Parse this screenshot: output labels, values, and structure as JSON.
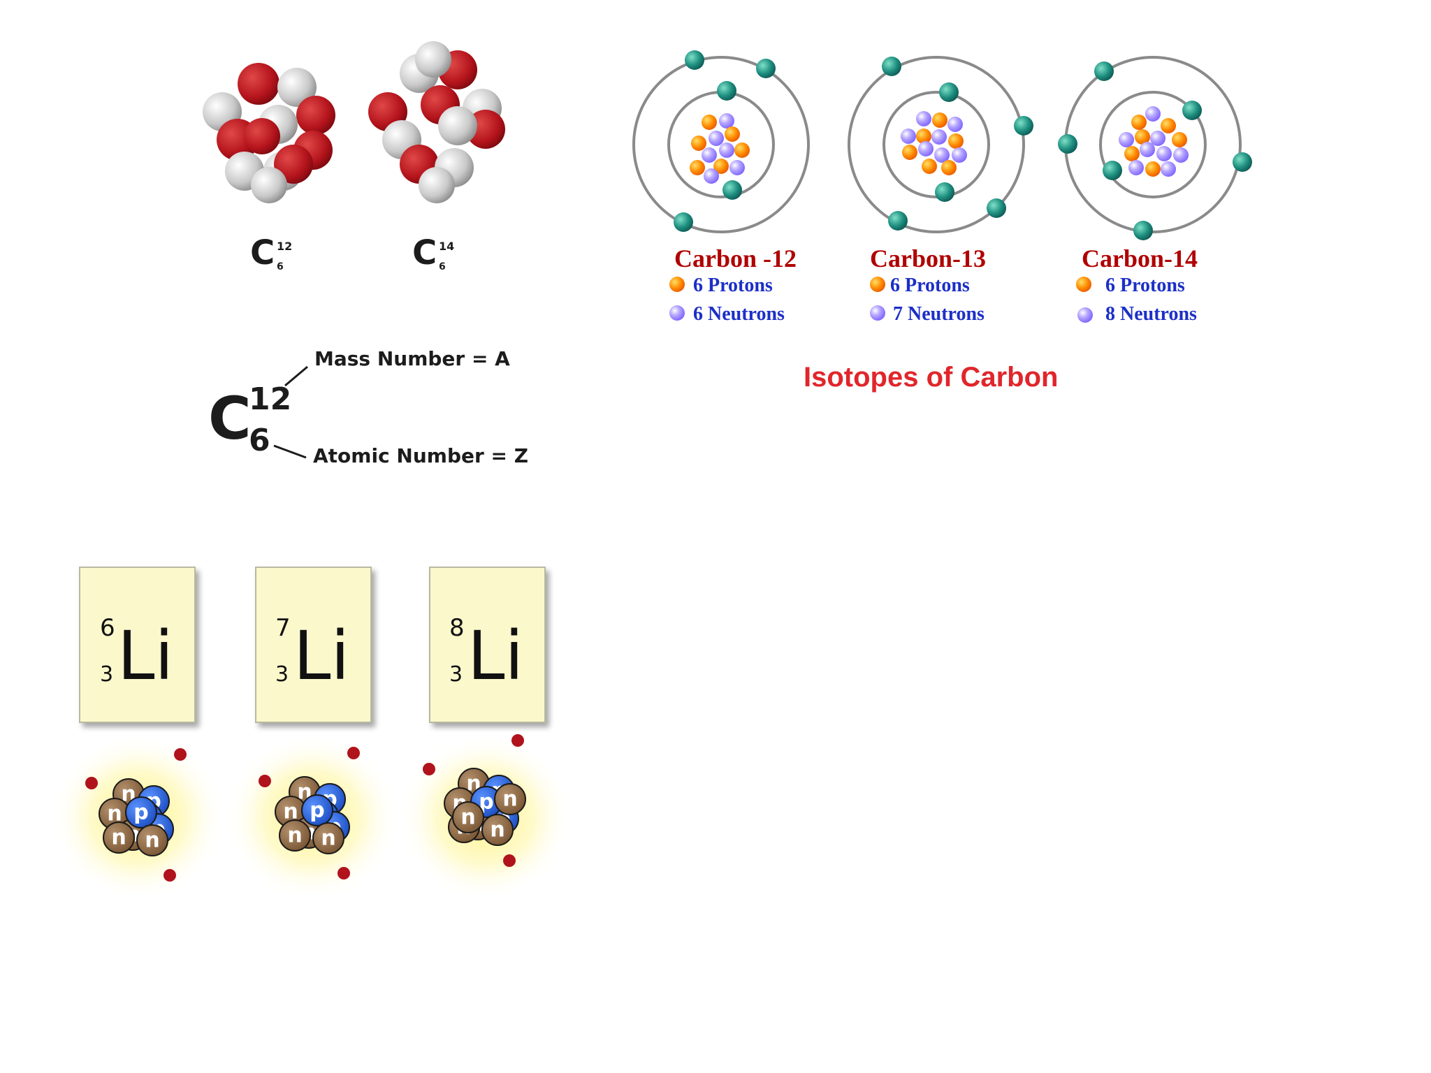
{
  "title": "Isotopes of Carbon",
  "colors": {
    "title_red": "#e0262b",
    "carbon_label": "#b00000",
    "count_label": "#1c2fc7",
    "electron": "#1e8f80",
    "proton": "#ff8a00",
    "neutron": "#9a8cff",
    "li_card": "#fbf8cc",
    "li_proton": "#2b66d9",
    "li_neutron": "#8b6a48",
    "li_electron": "#b0131b"
  },
  "space_filling": [
    {
      "symbol": "C",
      "mass": "12",
      "atomic": "6"
    },
    {
      "symbol": "C",
      "mass": "14",
      "atomic": "6"
    }
  ],
  "notation": {
    "symbol": "C",
    "mass": "12",
    "atomic": "6",
    "mass_label": "Mass Number = A",
    "atomic_label": "Atomic Number = Z"
  },
  "carbon_isotopes": [
    {
      "name": "Carbon -12",
      "protons": "6 Protons",
      "neutrons": "6 Neutrons"
    },
    {
      "name": "Carbon-13",
      "protons": "6 Protons",
      "neutrons": "7 Neutrons"
    },
    {
      "name": "Carbon-14",
      "protons": "6 Protons",
      "neutrons": "8 Neutrons"
    }
  ],
  "lithium": [
    {
      "symbol": "Li",
      "mass": "6",
      "atomic": "3",
      "nucleus": [
        "n",
        "p",
        "n",
        "p",
        "n",
        "p",
        "n",
        "p",
        "n"
      ]
    },
    {
      "symbol": "Li",
      "mass": "7",
      "atomic": "3",
      "nucleus": [
        "n",
        "p",
        "n",
        "p",
        "n",
        "p",
        "n",
        "p",
        "n"
      ]
    },
    {
      "symbol": "Li",
      "mass": "8",
      "atomic": "3",
      "nucleus": [
        "n",
        "p",
        "n",
        "p",
        "n",
        "p",
        "n",
        "p",
        "n",
        "n",
        "n"
      ]
    }
  ]
}
